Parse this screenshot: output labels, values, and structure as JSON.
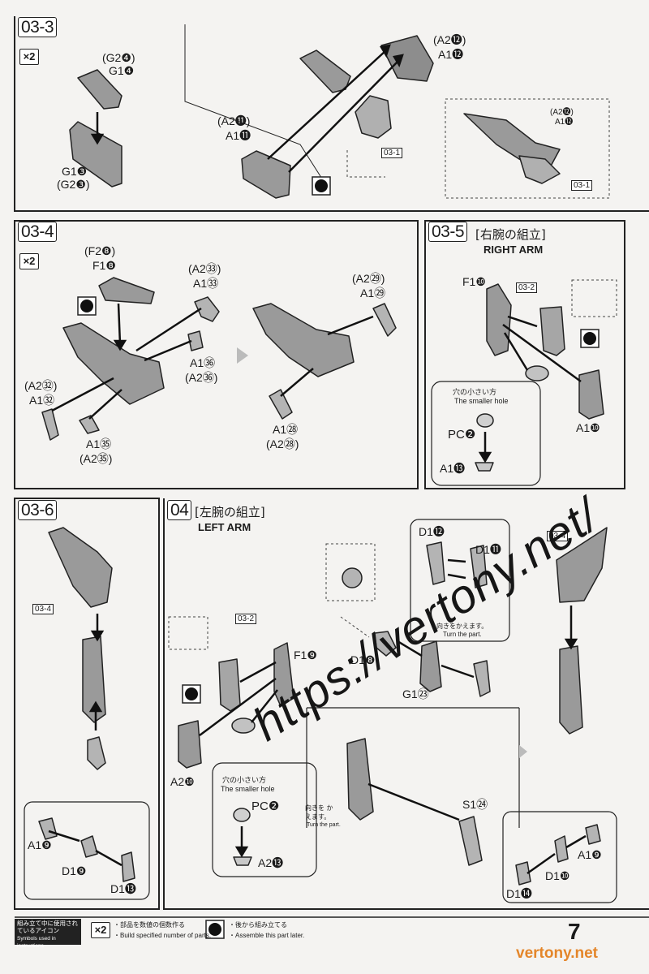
{
  "page_number": "7",
  "watermark_main": "https://vertony.net/",
  "watermark_corner": "vertony.net",
  "steps": {
    "s03_3": "03-3",
    "s03_4": "03-4",
    "s03_5": "03-5",
    "s03_6": "03-6",
    "s04": "04"
  },
  "titles": {
    "right_arm_jp": "[右腕の組立]",
    "right_arm_en": "RIGHT ARM",
    "left_arm_jp": "[左腕の組立]",
    "left_arm_en": "LEFT ARM"
  },
  "x2": "×2",
  "refs": {
    "r03_1": "03-1",
    "r03_2": "03-2",
    "r03_4": "03-4"
  },
  "parts": {
    "g2_4": "(G2❹)",
    "g1_4": "G1❹",
    "g1_3": "G1❸",
    "g2_3": "(G2❸)",
    "a2_11": "(A2⓫)",
    "a1_11": "A1⓫",
    "a2_12": "(A2⓬)",
    "a1_12": "A1⓬",
    "a2_12s": "(A2⓬)",
    "a1_12s": "A1⓬",
    "f2_8": "(F2❽)",
    "f1_8": "F1❽",
    "a2_33": "(A2㉝)",
    "a1_33": "A1㉝",
    "a1_36": "A1㊱",
    "a2_36": "(A2㊱)",
    "a2_32": "(A2㉜)",
    "a1_32": "A1㉜",
    "a1_35": "A1㉟",
    "a2_35": "(A2㉟)",
    "a2_29": "(A2㉙)",
    "a1_29": "A1㉙",
    "a1_28": "A1㉘",
    "a2_28": "(A2㉘)",
    "f1_10": "F1❿",
    "a1_10": "A1❿",
    "pc_2": "PC❷",
    "a1_13": "A1⓭",
    "f1_9": "F1❾",
    "a2_10": "A2❿",
    "pc_2b": "PC❷",
    "a2_x": "A2⓭",
    "d1_12": "D1⓬",
    "d1_11": "D1⓫",
    "d1_8": "D1❽",
    "g1_23": "G1㉓",
    "s1_24": "S1㉔",
    "a1_9": "A1❾",
    "d1_9": "D1❾",
    "d1_13": "D1⓭",
    "a1_9b": "A1❾",
    "d1_10": "D1❿",
    "d1_14": "D1⓮"
  },
  "notes": {
    "smaller_hole_jp": "穴の小さい方",
    "smaller_hole_en": "The smaller hole",
    "smaller_hole_jp2": "穴の小さい方",
    "smaller_hole_en2": "The smaller hole",
    "turn_jp": "向きをかえます。",
    "turn_en": "Turn the part.",
    "turn_jp2": "向きを かえます。",
    "turn_en2": "Turn the part."
  },
  "legend": {
    "symbols_jp": "組み立て中に使用されているアイコン",
    "symbols_en": "Symbols used in instructions",
    "build_jp": "・部品を数値の個数作る",
    "build_en": "・Build specified number of parts.",
    "later_jp": "・後から組み立てる",
    "later_en": "・Assemble this part later."
  },
  "colors": {
    "frame": "#222222",
    "part_fill": "#9a9a9a",
    "part_dark": "#6f6f6f",
    "paper": "#f4f3f1",
    "accent": "#e4862a"
  }
}
